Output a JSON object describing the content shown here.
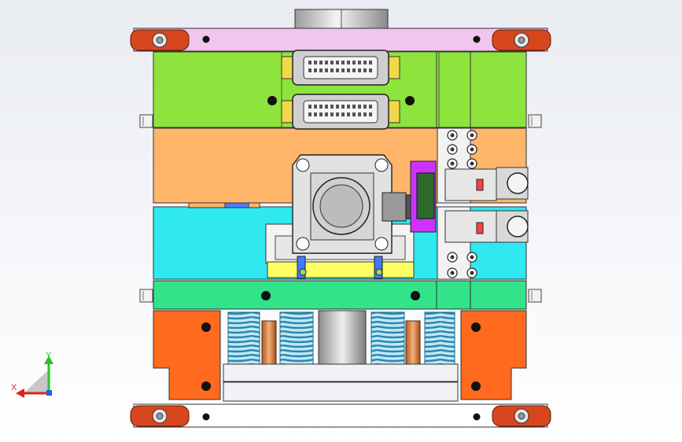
{
  "viewport": {
    "background_top": "#e9ecf2",
    "background_bottom": "#ffffff"
  },
  "colors": {
    "top_clamp_plate": "#f0c6ee",
    "a_plate": "#8fe33d",
    "a_plate_dark": "#6fc92a",
    "cavity_plate": "#ffb56a",
    "core_plate": "#2fe8f0",
    "support_plate": "#33e38a",
    "spacer_block": "#ff6a1e",
    "ejector_plate": "#f0f2f5",
    "spring": "#5fbfe0",
    "guide_bushing": "#d98a4a",
    "sprue": "#c8c8c8",
    "side_action": "#cc33ff",
    "wedge": "#ffff66",
    "clamp": "#d8461e",
    "outline": "#2a2a2a"
  },
  "triad": {
    "axis_y": "Y",
    "axis_x": "X",
    "y_color": "#27c427",
    "x_color": "#e02020"
  },
  "icons": [
    "mold-assembly",
    "connector-icon",
    "clamp-icon",
    "spring-icon",
    "motor-icon",
    "axis-triad-icon"
  ]
}
